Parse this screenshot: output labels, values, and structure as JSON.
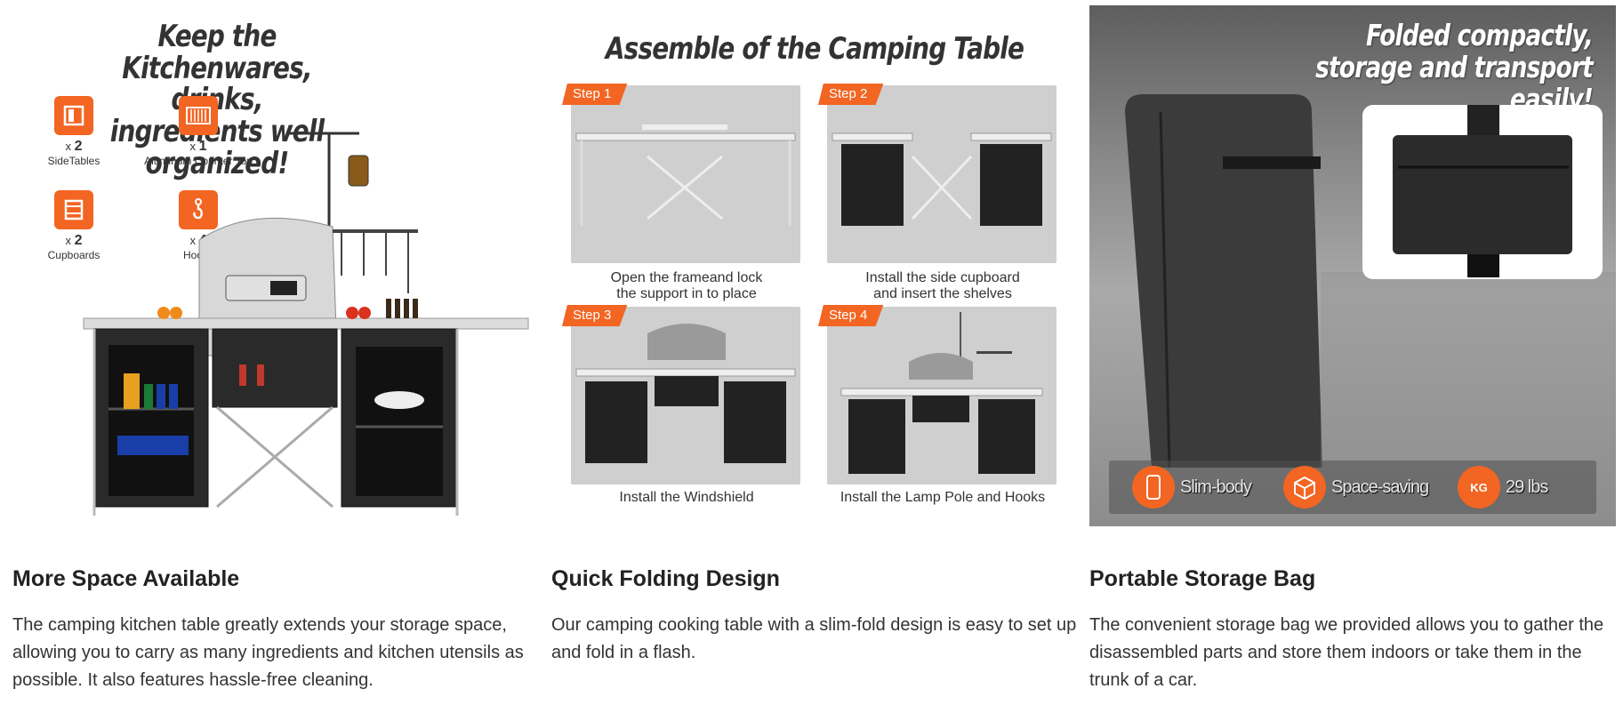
{
  "panels": [
    {
      "headline_line1": "Keep the Kitchenwares, drinks,",
      "headline_line2": "ingredients well organized!",
      "accessories": [
        {
          "icon": "side-table-icon",
          "qty_prefix": "x",
          "qty": "2",
          "label": "SideTables"
        },
        {
          "icon": "counter-top-icon",
          "qty_prefix": "x",
          "qty": "1",
          "label": "Aluminum Counter Top"
        },
        {
          "icon": "cupboard-icon",
          "qty_prefix": "x",
          "qty": "2",
          "label": "Cupboards"
        },
        {
          "icon": "hook-icon",
          "qty_prefix": "x",
          "qty": "4",
          "label": "Hooks"
        }
      ],
      "caption_title": "More Space Available",
      "caption_body": "The camping kitchen table greatly extends your storage space, allowing you to carry as many ingredients and kitchen utensils as possible. It also features hassle-free cleaning."
    },
    {
      "headline": "Assemble of the Camping Table",
      "steps": [
        {
          "badge": "Step 1",
          "text_line1": "Open the frameand lock",
          "text_line2": "the support in to place"
        },
        {
          "badge": "Step 2",
          "text_line1": "Install the side cupboard",
          "text_line2": "and insert the shelves"
        },
        {
          "badge": "Step 3",
          "text_line1": "Install the Windshield",
          "text_line2": ""
        },
        {
          "badge": "Step 4",
          "text_line1": "Install the Lamp Pole and Hooks",
          "text_line2": ""
        }
      ],
      "caption_title": "Quick Folding Design",
      "caption_body": "Our camping cooking table with a slim-fold design is easy to set up and fold in a flash."
    },
    {
      "headline_line1": "Folded compactly,",
      "headline_line2": "storage and transport easily!",
      "features": [
        {
          "icon": "slim-body-icon",
          "icon_text": "",
          "label": "Slim-body"
        },
        {
          "icon": "space-saving-icon",
          "icon_text": "",
          "label": "Space-saving"
        },
        {
          "icon": "weight-icon",
          "icon_text": "KG",
          "label": "29 lbs"
        }
      ],
      "caption_title": "Portable Storage Bag",
      "caption_body": "The convenient storage bag we provided allows you to gather the disassembled parts and store them indoors or take them in the trunk of a car."
    }
  ],
  "colors": {
    "accent": "#f26522",
    "text": "#222222",
    "step_bg": "#cfcfcf"
  }
}
